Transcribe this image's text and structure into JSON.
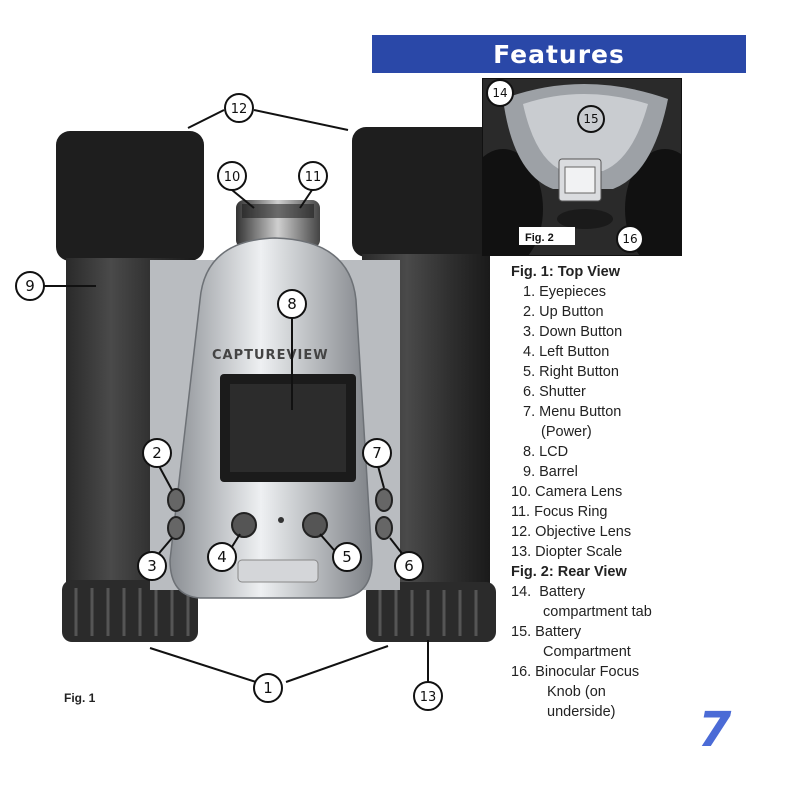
{
  "header": {
    "title": "Features"
  },
  "figures": {
    "fig1_label": "Fig. 1",
    "fig2_label": "Fig. 2",
    "brand_text": "CAPTUREVIEW"
  },
  "callouts": [
    "1",
    "2",
    "3",
    "4",
    "5",
    "6",
    "7",
    "8",
    "9",
    "10",
    "11",
    "12",
    "13",
    "14",
    "15",
    "16"
  ],
  "legend": {
    "fig1_heading": "Fig. 1: Top View",
    "fig1_items": [
      "1. Eyepieces",
      "2. Up Button",
      "3. Down Button",
      "4. Left Button",
      "5. Right Button",
      "6. Shutter",
      "7. Menu Button",
      "(Power)",
      "8. LCD",
      "9. Barrel",
      "10. Camera Lens",
      "11. Focus Ring",
      "12. Objective Lens",
      "13. Diopter Scale"
    ],
    "fig2_heading": "Fig. 2: Rear View",
    "fig2_items": [
      "14.  Battery",
      "compartment tab",
      "15. Battery",
      "Compartment",
      "16. Binocular Focus",
      "Knob (on",
      "underside)"
    ]
  },
  "page_number": "7"
}
